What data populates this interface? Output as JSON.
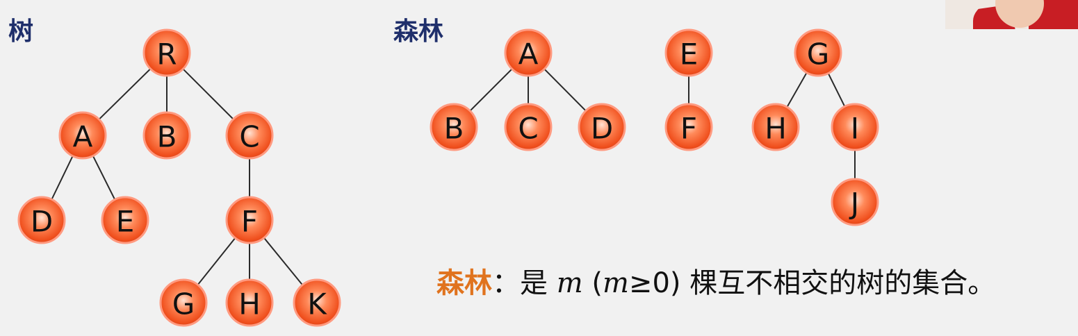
{
  "tree_section": {
    "title": "树"
  },
  "forest_section": {
    "title": "森林"
  },
  "definition": {
    "term": "森林",
    "colon": "：",
    "text_before": "是 ",
    "var1": "m",
    "paren_open": " (",
    "var2": "m",
    "condition": "≥0) ",
    "text_after": "棵互不相交的树的集合。"
  },
  "colors": {
    "title": "#1f2f6b",
    "term": "#e0731e",
    "node_fill": "#f05a2a",
    "node_ring": "#ff9a80"
  },
  "tree": {
    "nodes": {
      "R": "R",
      "A": "A",
      "B": "B",
      "C": "C",
      "D": "D",
      "E": "E",
      "F": "F",
      "G": "G",
      "H": "H",
      "K": "K"
    },
    "edges": [
      [
        "R",
        "A"
      ],
      [
        "R",
        "B"
      ],
      [
        "R",
        "C"
      ],
      [
        "A",
        "D"
      ],
      [
        "A",
        "E"
      ],
      [
        "C",
        "F"
      ],
      [
        "F",
        "G"
      ],
      [
        "F",
        "H"
      ],
      [
        "F",
        "K"
      ]
    ]
  },
  "forest": {
    "trees": [
      {
        "nodes": {
          "A": "A",
          "B": "B",
          "C": "C",
          "D": "D"
        },
        "edges": [
          [
            "A",
            "B"
          ],
          [
            "A",
            "C"
          ],
          [
            "A",
            "D"
          ]
        ]
      },
      {
        "nodes": {
          "E": "E",
          "F": "F"
        },
        "edges": [
          [
            "E",
            "F"
          ]
        ]
      },
      {
        "nodes": {
          "G": "G",
          "H": "H",
          "I": "I",
          "J": "J"
        },
        "edges": [
          [
            "G",
            "H"
          ],
          [
            "G",
            "I"
          ],
          [
            "I",
            "J"
          ]
        ]
      }
    ]
  }
}
